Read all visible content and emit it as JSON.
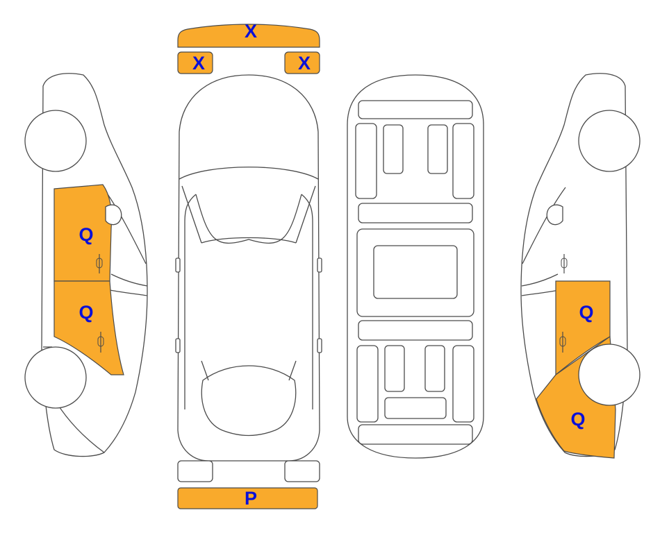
{
  "colors": {
    "damage_fill": "#F9AA2C",
    "code_text": "#0A10D8",
    "outline": "#4A4A4A",
    "background": "#FFFFFF"
  },
  "panels": {
    "front_bumper": {
      "code": "X",
      "damaged": true
    },
    "front_left_corner": {
      "code": "X",
      "damaged": true
    },
    "front_right_corner": {
      "code": "X",
      "damaged": true
    },
    "rear_bumper": {
      "code": "P",
      "damaged": true
    },
    "rear_left_corner": {
      "code": "",
      "damaged": false
    },
    "rear_right_corner": {
      "code": "",
      "damaged": false
    },
    "left_front_door": {
      "code": "Q",
      "damaged": true
    },
    "left_rear_door": {
      "code": "Q",
      "damaged": true
    },
    "right_rear_door": {
      "code": "Q",
      "damaged": true
    },
    "right_rear_quarter": {
      "code": "Q",
      "damaged": true
    }
  }
}
